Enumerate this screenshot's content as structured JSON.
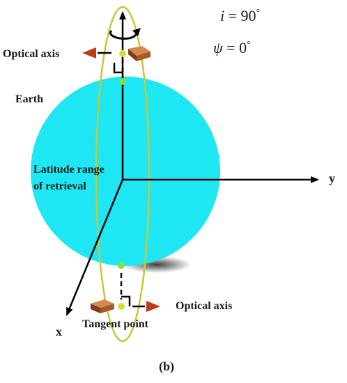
{
  "labels": {
    "optical_axis_top": "Optical axis",
    "optical_axis_bottom": "Optical axis",
    "earth": "Earth",
    "latitude_line1": "Latitude range",
    "latitude_line2": "of retrieval",
    "tangent_point": "Tangent point",
    "axis_y": "y",
    "axis_x": "x",
    "panel": "(b)"
  },
  "params": {
    "incl_symbol": "i",
    "incl_value": " = 90",
    "psi_symbol": "ψ",
    "psi_value": " = 0",
    "degree": "°"
  },
  "colors": {
    "earth": "#1ee6f2",
    "orbit": "#c8c832",
    "green_dot": "#7ee23a",
    "yellow_dot": "#d8e040",
    "arrow_red": "#c0391b",
    "satellite": "#a5582a",
    "axis": "#000000"
  }
}
